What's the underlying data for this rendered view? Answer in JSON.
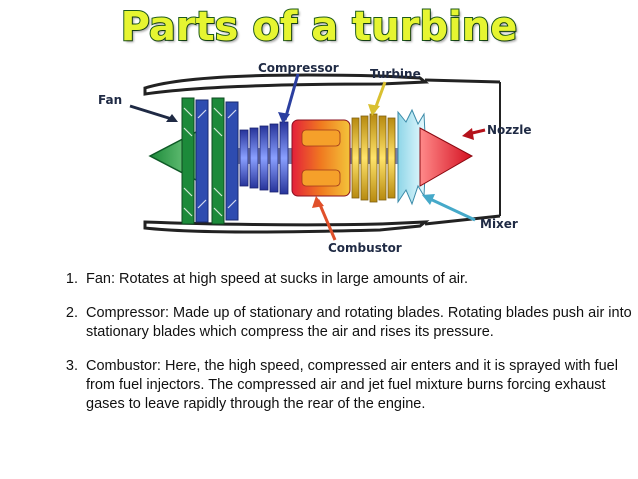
{
  "title": "Parts of a turbine",
  "diagram": {
    "labels": {
      "fan": "Fan",
      "compressor": "Compressor",
      "turbine": "Turbine",
      "nozzle": "Nozzle",
      "mixer": "Mixer",
      "combustor": "Combustor"
    },
    "label_colors": {
      "fan": "#1f2a44",
      "compressor": "#2b3fa0",
      "turbine": "#c9a21e",
      "nozzle": "#b5121b",
      "mixer": "#1e5c8a",
      "combustor": "#b5121b"
    }
  },
  "notes": [
    {
      "number": "1.",
      "text": "Fan: Rotates at high speed at sucks in large amounts of air."
    },
    {
      "number": "2.",
      "text": "Compressor: Made up of stationary and rotating blades. Rotating blades push air into stationary blades which compress the air and rises its pressure."
    },
    {
      "number": "3.",
      "text": "Combustor: Here, the high speed, compressed air enters and it is sprayed with fuel from fuel injectors. The compressed air and jet fuel mixture burns forcing exhaust gases to leave rapidly through the rear of the engine."
    }
  ]
}
